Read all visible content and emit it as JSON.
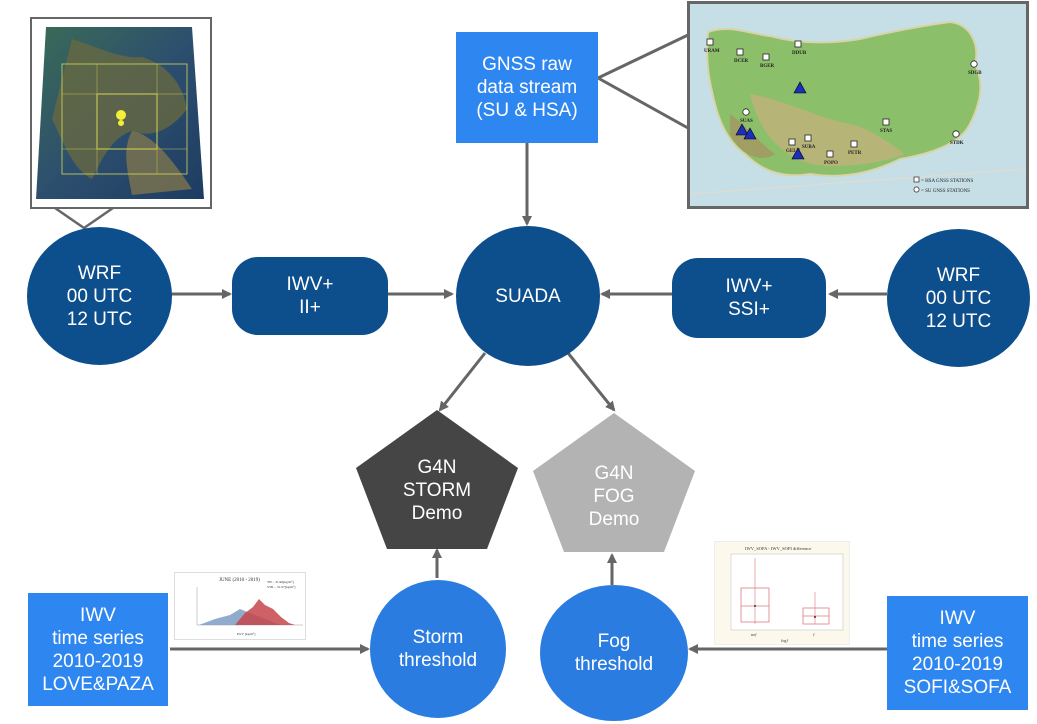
{
  "nodes": {
    "wrf_left": "WRF\n00 UTC\n12 UTC",
    "wrf_right": "WRF\n00 UTC\n12 UTC",
    "iwv_ii": "IWV+\nII+",
    "iwv_ssi": "IWV+\nSSI+",
    "suada": "SUADA",
    "gnss_stream": "GNSS raw\ndata stream\n(SU & HSA)",
    "storm_demo": "G4N\nSTORM\nDemo",
    "fog_demo": "G4N\nFOG\nDemo",
    "storm_threshold": "Storm\nthreshold",
    "fog_threshold": "Fog\nthreshold",
    "iwv_love_paza": "IWV\ntime series\n2010-2019\nLOVE&PAZA",
    "iwv_sofi_sofa": "IWV\ntime series\n2010-2019\nSOFI&SOFA"
  },
  "storm_chart": {
    "title": "JUNE (2010 - 2019)",
    "legend": [
      "TH – 31.96[kg/m²]",
      "STR – 31.97[kg/m²]"
    ],
    "xlabel": "IWV [kg/m²]"
  },
  "fog_chart": {
    "title": "IWV_SOFA - IWV_SOFI difference",
    "categories": [
      "noƒ",
      "ƒ"
    ],
    "xlabel": "fogƒ"
  },
  "map": {
    "stations": [
      "URAM",
      "DCER",
      "BGER",
      "DDUB",
      "SDGB",
      "SUAS",
      "STAS",
      "STDK",
      "GELN",
      "SUBA",
      "PETR",
      "POPO"
    ],
    "legend": [
      "= HSA GNSS STATIONS",
      "= SU GNSS STATIONS"
    ]
  },
  "colors": {
    "dark_blue": "#0d4e8c",
    "light_blue": "#2b7ce0",
    "storm_pentagon": "#454545",
    "fog_pentagon": "#b3b3b3",
    "arrow": "#666666"
  }
}
